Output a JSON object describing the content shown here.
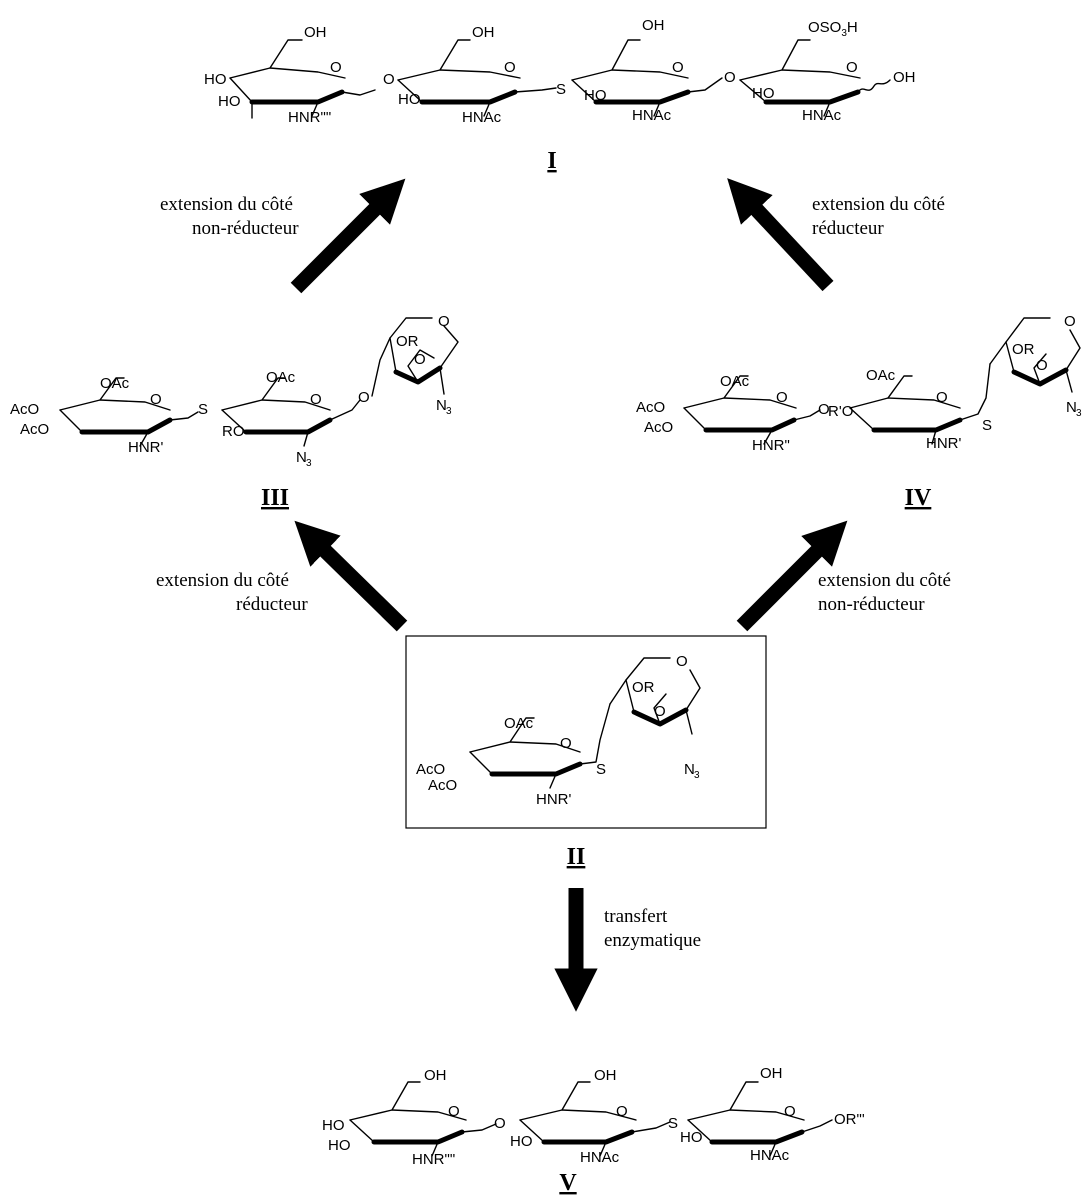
{
  "compounds": [
    {
      "id": "I",
      "atoms": [
        "OH",
        "HO",
        "HO",
        "HNR\"\"",
        "O",
        "O",
        "OH",
        "HO",
        "HNAc",
        "O",
        "S",
        "OH",
        "HO",
        "HNAc",
        "O",
        "O",
        "OSO3H",
        "HO",
        "HNAc",
        "O",
        "OH"
      ]
    },
    {
      "id": "III",
      "atoms": [
        "OAc",
        "AcO",
        "AcO",
        "HNR'",
        "O",
        "S",
        "OAc",
        "RO",
        "N3",
        "O",
        "O",
        "O",
        "OR",
        "O",
        "N3"
      ]
    },
    {
      "id": "IV",
      "atoms": [
        "OAc",
        "AcO",
        "AcO",
        "HNR\"",
        "O",
        "O",
        "OAc",
        "R'O",
        "HNR'",
        "O",
        "S",
        "O",
        "OR",
        "O",
        "N3"
      ]
    },
    {
      "id": "II",
      "atoms": [
        "OAc",
        "AcO",
        "AcO",
        "HNR'",
        "O",
        "S",
        "O",
        "OR",
        "O",
        "N3"
      ]
    },
    {
      "id": "V",
      "atoms": [
        "OH",
        "HO",
        "HO",
        "HNR\"\"",
        "O",
        "O",
        "OH",
        "HO",
        "HNAc",
        "O",
        "S",
        "OH",
        "HO",
        "HNAc",
        "O",
        "OR\"'"
      ]
    }
  ],
  "arrows": [
    {
      "id": "top-left",
      "caption": [
        "extension du côté",
        "non-réducteur"
      ]
    },
    {
      "id": "top-right",
      "caption": [
        "extension du côté",
        "réducteur"
      ]
    },
    {
      "id": "bottom-left",
      "caption": [
        "extension du côté",
        "réducteur"
      ]
    },
    {
      "id": "bottom-right",
      "caption": [
        "extension du côté",
        "non-réducteur"
      ]
    },
    {
      "id": "down",
      "caption": [
        "transfert",
        "enzymatique"
      ]
    }
  ]
}
